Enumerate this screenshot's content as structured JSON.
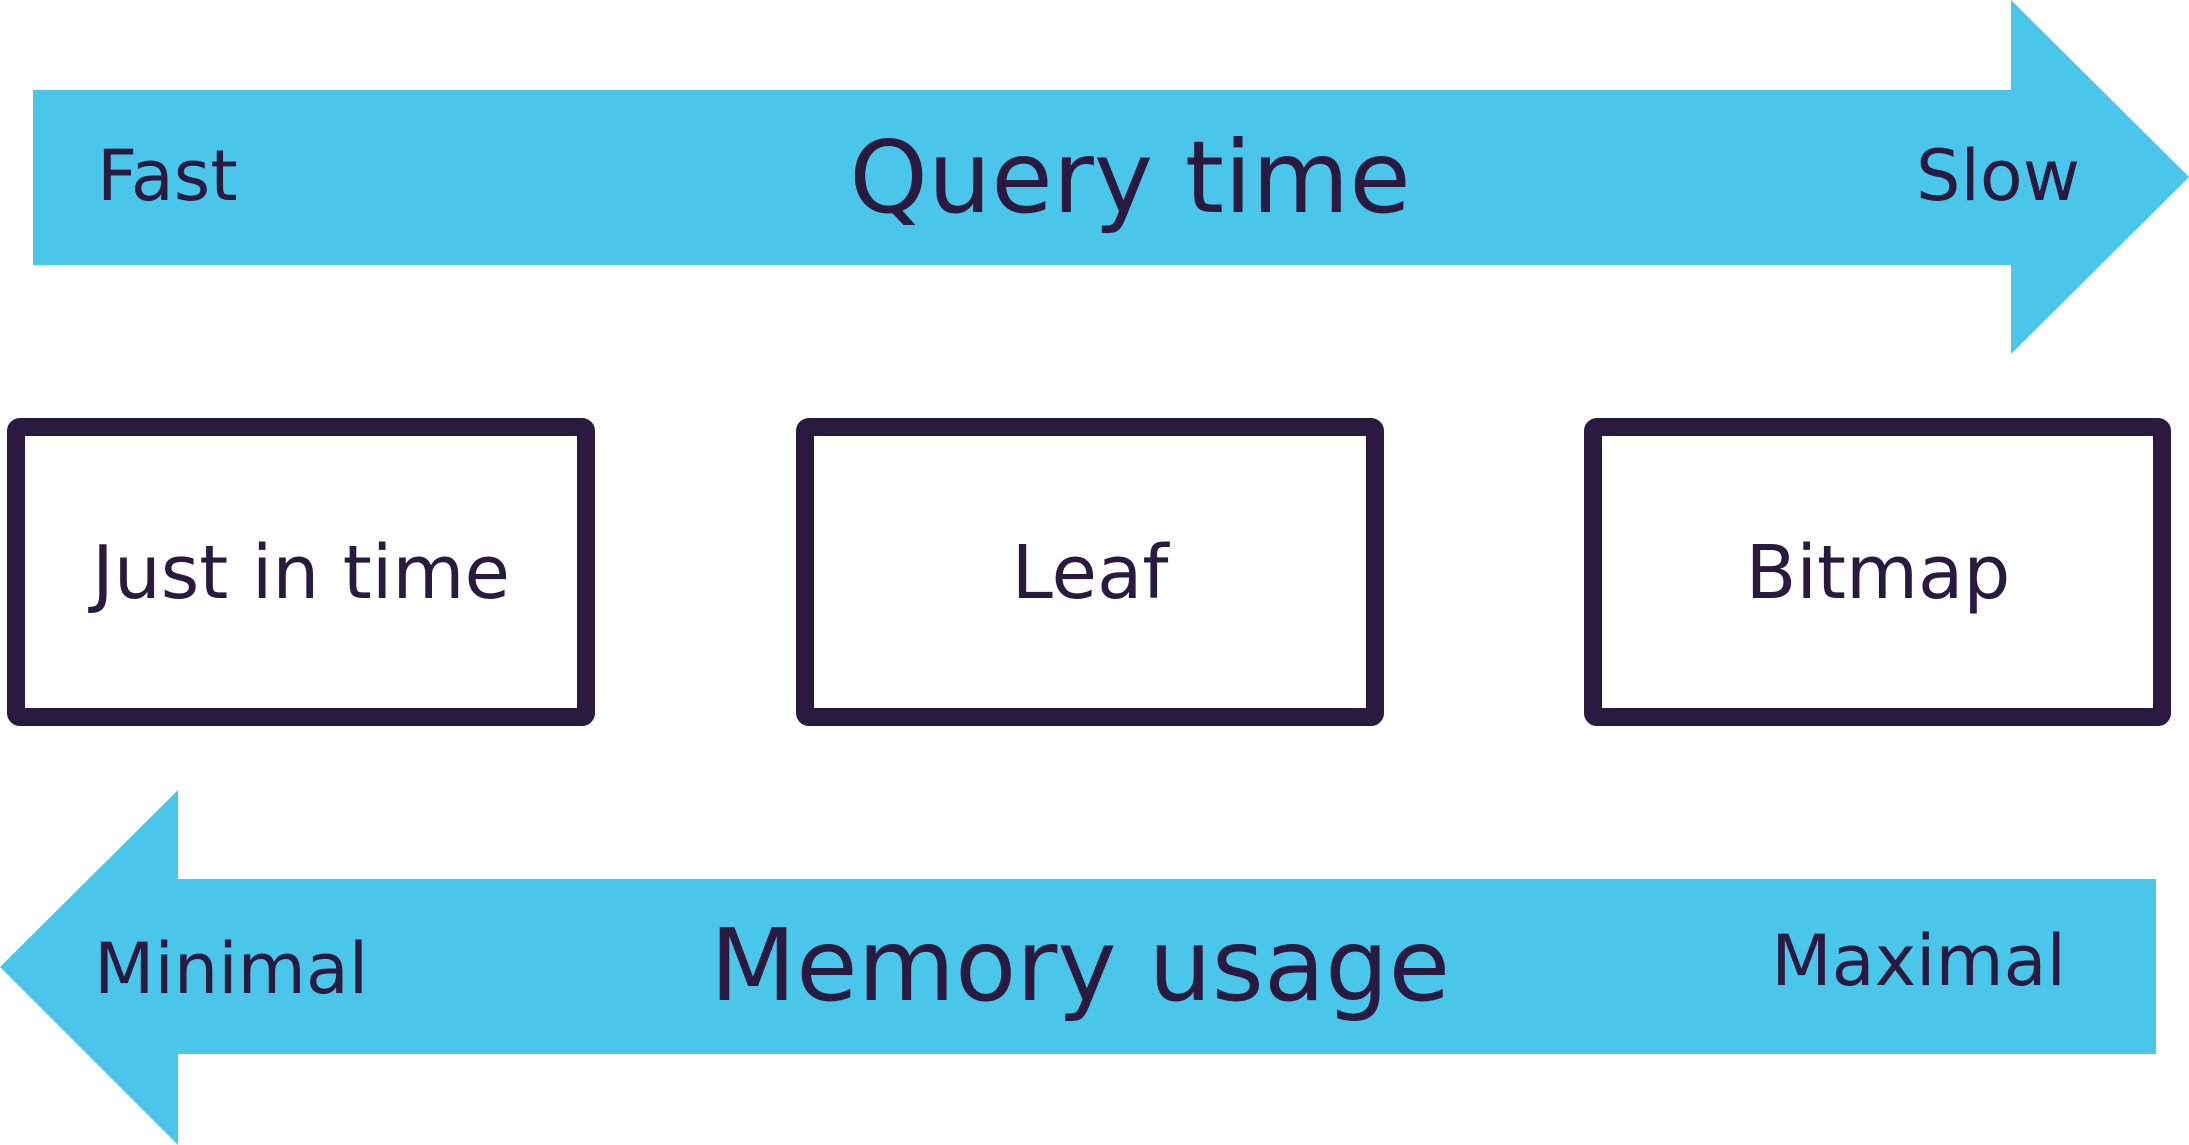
{
  "colors": {
    "accent": "#4AC6EA",
    "ink": "#2A1A40",
    "background": "#FFFFFF"
  },
  "top_arrow": {
    "title": "Query time",
    "start_label": "Fast",
    "end_label": "Slow",
    "direction": "right"
  },
  "boxes": [
    {
      "label": "Just in time"
    },
    {
      "label": "Leaf"
    },
    {
      "label": "Bitmap"
    }
  ],
  "bottom_arrow": {
    "title": "Memory usage",
    "start_label": "Minimal",
    "end_label": "Maximal",
    "direction": "left"
  }
}
